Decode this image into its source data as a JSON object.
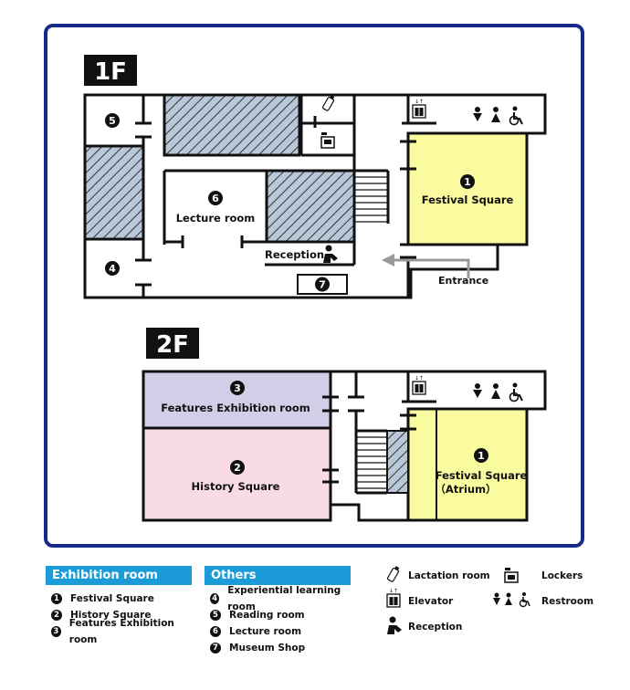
{
  "floor1": {
    "title": "1F",
    "rooms": {
      "festival_square": {
        "num": "1",
        "label": "Festival Square"
      },
      "lecture_room": {
        "num": "6",
        "label": "Lecture room"
      },
      "room5": {
        "num": "5"
      },
      "room4": {
        "num": "4"
      },
      "shop": {
        "num": "7"
      }
    },
    "reception": "Reception",
    "entrance": "Entrance"
  },
  "floor2": {
    "title": "2F",
    "rooms": {
      "features": {
        "num": "3",
        "label": "Features Exhibition room"
      },
      "history": {
        "num": "2",
        "label": "History Square"
      },
      "festival": {
        "num": "1",
        "label": "Festival Square",
        "label2": "（Atrium）"
      }
    }
  },
  "legend": {
    "exhibition": {
      "header": "Exhibition room",
      "items": [
        {
          "num": "1",
          "label": "Festival Square"
        },
        {
          "num": "2",
          "label": "History Square"
        },
        {
          "num": "3",
          "label": "Features Exhibition room"
        }
      ]
    },
    "others": {
      "header": "Others",
      "items": [
        {
          "num": "4",
          "label": "Experiential learning room"
        },
        {
          "num": "5",
          "label": "Reading room"
        },
        {
          "num": "6",
          "label": "Lecture room"
        },
        {
          "num": "7",
          "label": "Museum Shop"
        }
      ]
    },
    "facilities": {
      "lactation": "Lactation room",
      "lockers": "Lockers",
      "elevator": "Elevator",
      "restroom": "Restroom",
      "reception": "Reception"
    }
  },
  "colors": {
    "frame": "#1a2a8a",
    "festival": "#fafa9e",
    "features": "#d3cde8",
    "history": "#f9dbe6",
    "hatch": "#b8c8d8",
    "header": "#1b9bd8"
  }
}
